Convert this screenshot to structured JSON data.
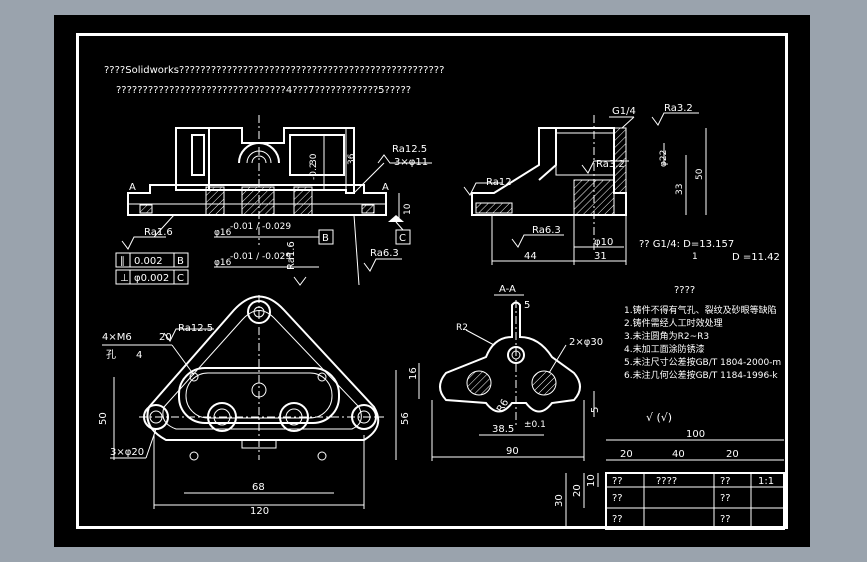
{
  "notes": {
    "line1": "????Solidworks??????????????????????????????????????????????????",
    "line2": "????????????????????????????????4???7????????????5?????"
  },
  "front_view": {
    "label_a_left": "A",
    "label_a_right": "A",
    "dim_30": "30",
    "dim_36": "36",
    "dim_10": "10",
    "dim_30_tol": "-0.2",
    "ra_top": "Ra12.5",
    "holes": "3×φ11",
    "bore1": "φ16",
    "bore1_tol": "-0.01 / -0.029",
    "bore2": "φ16",
    "bore2_tol": "-0.01 / -0.029",
    "ra_left": "Ra1.6",
    "ra_mid": "Ra1.6",
    "ra_right": "Ra6.3",
    "datum_b": "B",
    "datum_c": "C",
    "tol_parallel": "∥",
    "tol_parallel_val": "0.002",
    "tol_perp": "⊥",
    "tol_perp_val": "φ0.002"
  },
  "side_view": {
    "g14": "G1/4",
    "ra32_top": "Ra3.2",
    "ra32_mid": "Ra3.2",
    "ra12": "Ra12",
    "phi22": "φ22",
    "dim_33": "33",
    "dim_50": "50",
    "ra63": "Ra6.3",
    "phi10": "φ10",
    "dim_44": "44",
    "dim_31": "31",
    "thread_note": "??  G1/4:   D=13.157",
    "thread_note_sub": "1",
    "thread_note2": "D  =11.42"
  },
  "top_view": {
    "tap": "4×M6",
    "tap_depth": "20",
    "hole_note": "孔",
    "hole_depth": "4",
    "ra125": "Ra12.5",
    "corner": "3×φ20",
    "dim_50": "50",
    "dim_56": "56",
    "dim_68": "68",
    "dim_120": "120"
  },
  "section_view": {
    "title": "A-A",
    "dim_5": "5",
    "r2": "R2",
    "holes": "2×φ30",
    "dim_16": "16",
    "r6": "R6",
    "dim_5b": "5",
    "dim_385": "38.5",
    "dim_385_tol": "±0.1",
    "dim_90": "90"
  },
  "tech_req": {
    "title": "????",
    "items": [
      "1.铸件不得有气孔、裂纹及砂眼等缺陷",
      "2.铸件需经人工时效处理",
      "3.未注圆角为R2~R3",
      "4.未加工面涂防锈漆",
      "5.未注尺寸公差按GB/T 1804-2000-m",
      "6.未注几何公差按GB/T 1184-1996-k"
    ]
  },
  "title_block": {
    "dim_100": "100",
    "dim_20a": "20",
    "dim_40": "40",
    "dim_20b": "20",
    "dim_30": "30",
    "dim_20c": "20",
    "dim_10": "10",
    "r1c1": "??",
    "r1c2": "????",
    "r1c3": "??",
    "r1c4": "1:1",
    "r2c1": "??",
    "r2c3": "??",
    "r3c1": "??",
    "r3c3": "??"
  },
  "roughness_symbols": "√ (√)"
}
